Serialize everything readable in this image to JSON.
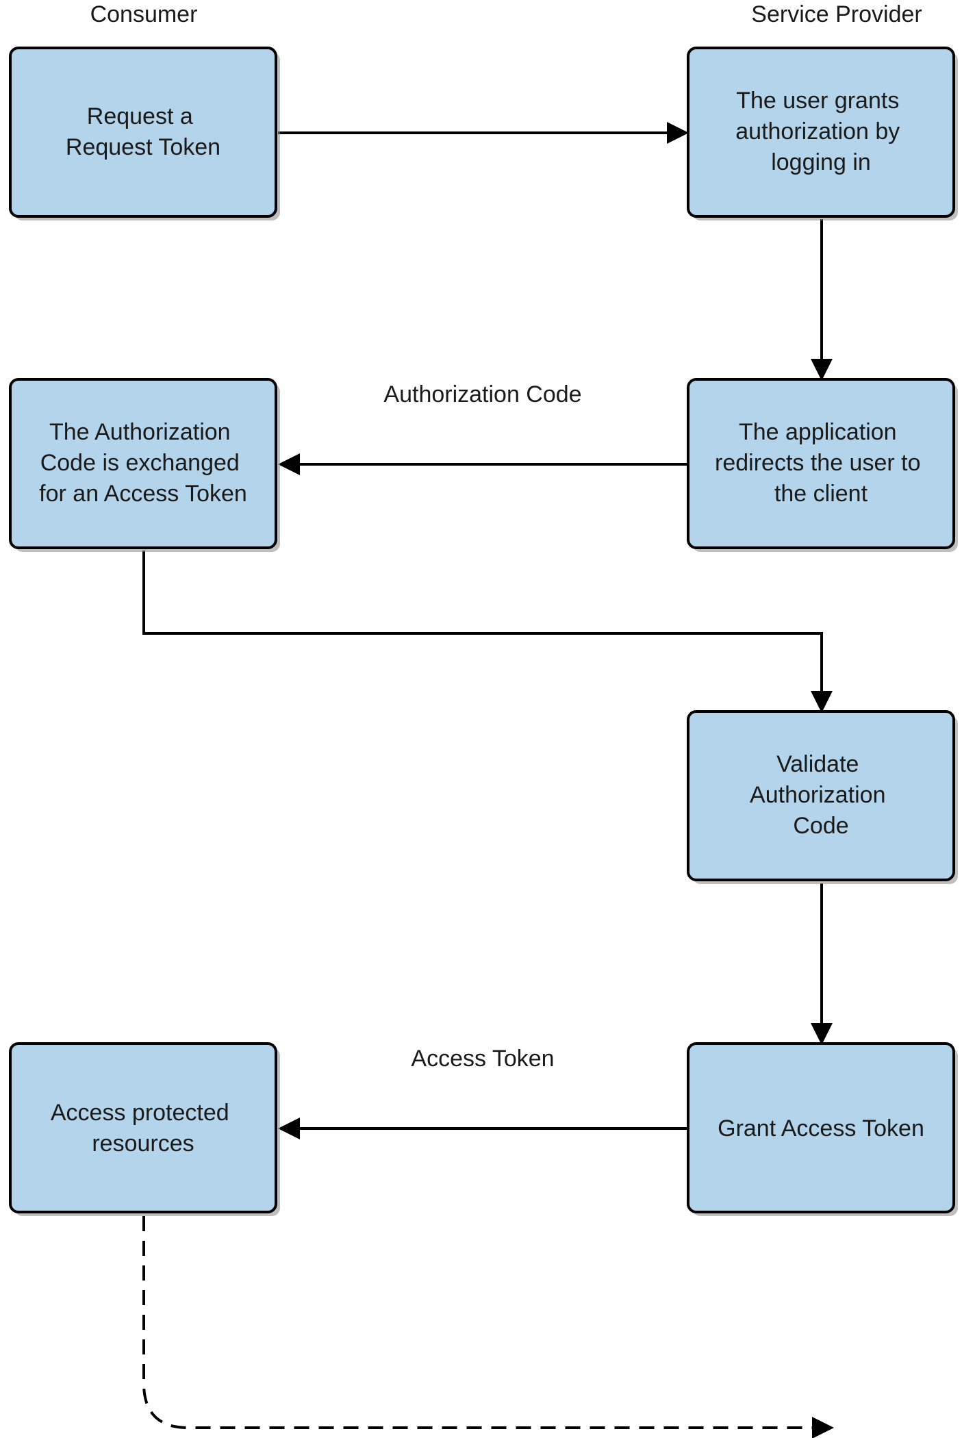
{
  "lanes": {
    "consumer": "Consumer",
    "service_provider": "Service Provider"
  },
  "nodes": {
    "request_token": [
      "Request a",
      "Request Token"
    ],
    "user_grants": [
      "The user grants",
      "authorization by",
      "logging in"
    ],
    "redirect": [
      "The application",
      "redirects the user to",
      "the client"
    ],
    "exchange": [
      "The Authorization",
      "Code is exchanged",
      "for an Access Token"
    ],
    "validate": [
      "Validate",
      "Authorization",
      "Code"
    ],
    "grant": [
      "Grant Access Token"
    ],
    "access": [
      "Access protected",
      "resources"
    ]
  },
  "edge_labels": {
    "authorization_code": "Authorization Code",
    "access_token": "Access Token"
  },
  "colors": {
    "box_fill": "#b3d4eb",
    "box_stroke": "#000000",
    "edge": "#000000"
  }
}
